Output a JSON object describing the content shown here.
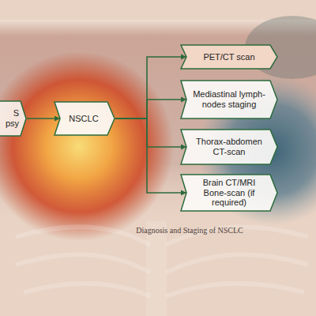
{
  "diagram": {
    "caption": "Diagnosis and Staging of NSCLC",
    "nodes": [
      {
        "text": [
          "S psy"
        ]
      },
      {
        "text": [
          "NSCLC"
        ]
      },
      {
        "text": [
          "PET/CT scan"
        ]
      },
      {
        "text": [
          "Mediastinal lymph-nodes staging"
        ]
      },
      {
        "text": [
          "Thorax-abdomen CT-scan"
        ]
      },
      {
        "text": [
          "Brain CT/MRI Bone-scan (if required)"
        ]
      }
    ],
    "edges": [
      {
        "from": 0,
        "to": 1,
        "arrow": "to"
      },
      {
        "from": 1,
        "to": 2,
        "arrow": "to"
      },
      {
        "from": 1,
        "to": 3,
        "arrow": "to"
      },
      {
        "from": 1,
        "to": 4,
        "arrow": "to"
      },
      {
        "from": 1,
        "to": 5,
        "arrow": "to"
      }
    ]
  }
}
